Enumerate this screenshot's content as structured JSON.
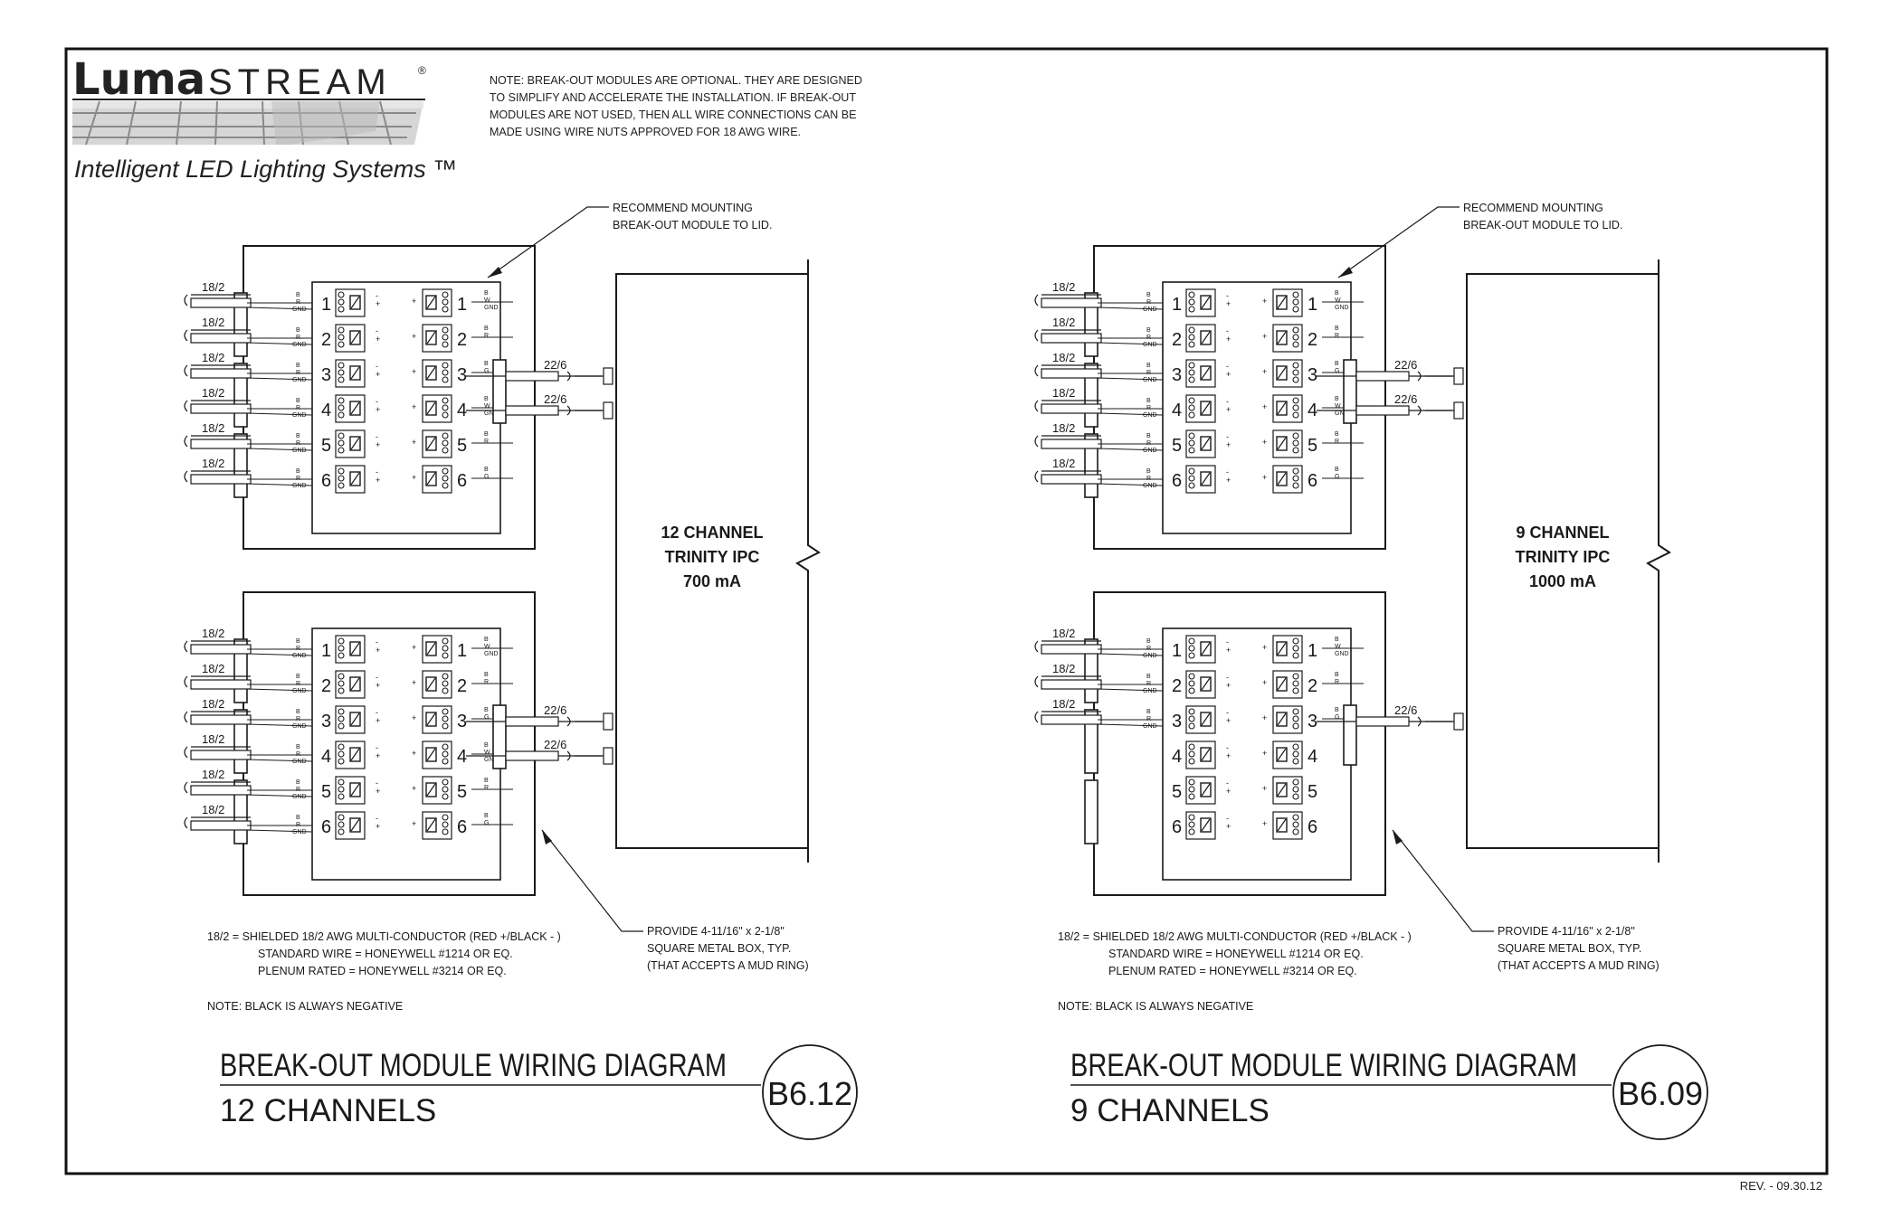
{
  "header": {
    "logo_part1": "Luma",
    "logo_part2": "STREAM",
    "logo_reg": "®",
    "tagline": "Intelligent LED Lighting Systems ™",
    "note_lines": [
      "NOTE: BREAK-OUT MODULES ARE OPTIONAL.  THEY ARE DESIGNED",
      "TO SIMPLIFY AND ACCELERATE THE INSTALLATION.  IF BREAK-OUT",
      "MODULES ARE NOT USED, THEN ALL WIRE CONNECTIONS CAN BE",
      "MADE USING WIRE NUTS APPROVED FOR 18 AWG WIRE."
    ]
  },
  "diagrams": [
    {
      "callout_top": [
        "RECOMMEND MOUNTING",
        "BREAK-OUT MODULE TO LID."
      ],
      "controller": [
        "12 CHANNEL",
        "TRINITY IPC",
        "700 mA"
      ],
      "wire_in": "18/2",
      "wire_out": "22/6",
      "callout_bottom": [
        "PROVIDE 4-11/16\" x 2-1/8\"",
        "SQUARE METAL BOX, TYP.",
        "(THAT ACCEPTS A MUD RING)"
      ],
      "legend": [
        "18/2 = SHIELDED 18/2 AWG MULTI-CONDUCTOR (RED +/BLACK - )",
        "STANDARD WIRE = HONEYWELL #1214 OR EQ.",
        "PLENUM RATED = HONEYWELL #3214 OR EQ."
      ],
      "note": "NOTE:  BLACK IS ALWAYS NEGATIVE",
      "title": "BREAK-OUT MODULE WIRING DIAGRAM",
      "subtitle": "12 CHANNELS",
      "badge": "B6.12",
      "channels": [
        "1",
        "2",
        "3",
        "4",
        "5",
        "6"
      ]
    },
    {
      "callout_top": [
        "RECOMMEND MOUNTING",
        "BREAK-OUT MODULE TO LID."
      ],
      "controller": [
        "9 CHANNEL",
        "TRINITY IPC",
        "1000 mA"
      ],
      "wire_in": "18/2",
      "wire_out": "22/6",
      "callout_bottom": [
        "PROVIDE 4-11/16\" x 2-1/8\"",
        "SQUARE METAL BOX, TYP.",
        "(THAT ACCEPTS A MUD RING)"
      ],
      "legend": [
        "18/2 = SHIELDED 18/2 AWG MULTI-CONDUCTOR (RED +/BLACK - )",
        "STANDARD WIRE = HONEYWELL #1214 OR EQ.",
        "PLENUM RATED = HONEYWELL #3214 OR EQ."
      ],
      "note": "NOTE:  BLACK IS ALWAYS NEGATIVE",
      "title": "BREAK-OUT MODULE WIRING DIAGRAM",
      "subtitle": "9 CHANNELS",
      "badge": "B6.09",
      "channels": [
        "1",
        "2",
        "3",
        "4",
        "5",
        "6"
      ]
    }
  ],
  "terminal_labels": {
    "left": [
      "B",
      "R",
      "GND"
    ],
    "right_a": [
      "B",
      "W",
      "GND"
    ],
    "right_b": [
      "B",
      "R"
    ],
    "right_c": [
      "B",
      "G"
    ]
  },
  "revision": "REV. - 09.30.12"
}
